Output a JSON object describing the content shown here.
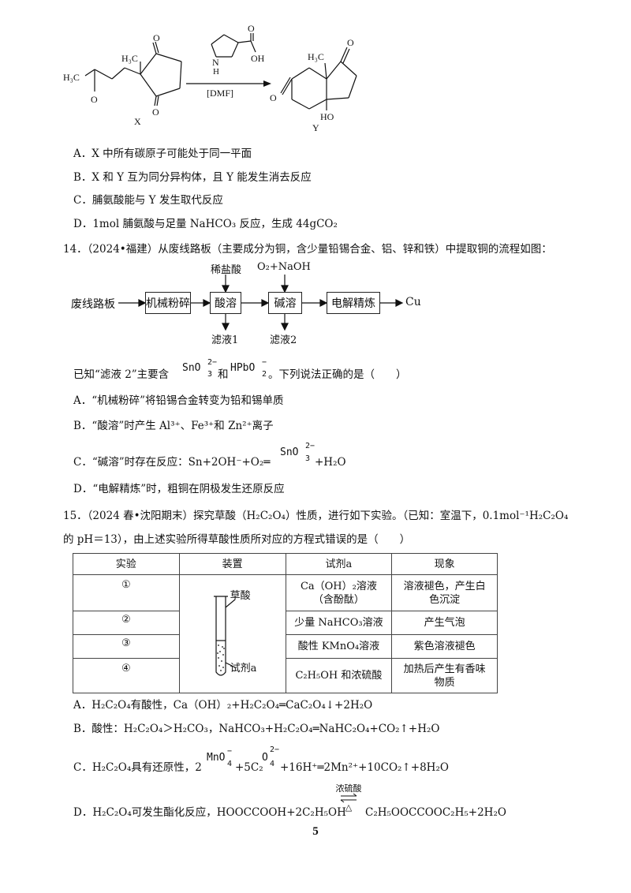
{
  "reaction": {
    "x_label": "X",
    "y_label": "Y",
    "condition": "[DMF]",
    "struct": {
      "h3c": "H₃C",
      "o": "O",
      "n": "N",
      "h": "H",
      "oh": "OH",
      "ho": "HO"
    }
  },
  "q13": {
    "options": [
      "A．X 中所有碳原子可能处于同一平面",
      "B．X 和 Y 互为同分异构体，且 Y 能发生消去反应",
      "C．脯氨酸能与 Y 发生取代反应",
      "D．1mol 脯氨酸与足量 NaHCO₃ 反应，生成 44gCO₂"
    ]
  },
  "q14": {
    "stem": "14．（2024•福建）从废线路板（主要成分为铜，含少量铅锡合金、铝、锌和铁）中提取铜的流程如图：",
    "flow": {
      "start": "废线路板",
      "steps": [
        "机械粉碎",
        "酸溶",
        "碱溶",
        "电解精炼"
      ],
      "end": "Cu",
      "reagent_acid": "稀盐酸",
      "reagent_base": "O₂+NaOH",
      "filtrate1": "滤液1",
      "filtrate2": "滤液2"
    },
    "known_pre": "已知“滤液 2”主要含",
    "known_and": "和",
    "known_post": "。下列说法正确的是（　　）",
    "ion1": {
      "base": "SnO",
      "sub": "3",
      "sup": "2−"
    },
    "ion2": {
      "base": "HPbO",
      "sub": "2",
      "sup": "−"
    },
    "option_a": "A．“机械粉碎”将铅锡合金转变为铅和锡单质",
    "option_b": "B．“酸溶”时产生 Al³⁺、Fe³⁺和 Zn²⁺离子",
    "option_c_pre": "C．“碱溶”时存在反应：Sn+2OH⁻+O₂═",
    "option_c_post": "+H₂O",
    "option_d": "D．“电解精炼”时，粗铜在阴极发生还原反应"
  },
  "q15": {
    "stem1": "15．（2024 春•沈阳期末）探究草酸（H₂C₂O₄）性质，进行如下实验。（已知：室温下，0.1mol⁻¹H₂C₂O₄",
    "stem2": "的 pH＝13），由上述实验所得草酸性质所对应的方程式错误的是（　　）",
    "table": {
      "headers": [
        "实验",
        "装置",
        "试剂a",
        "现象"
      ],
      "rows": [
        {
          "no": "①",
          "reagent": "Ca（OH）₂溶液（含酚酞）",
          "phenomenon": "溶液褪色，产生白色沉淀"
        },
        {
          "no": "②",
          "reagent": "少量 NaHCO₃溶液",
          "phenomenon": "产生气泡"
        },
        {
          "no": "③",
          "reagent": "酸性 KMnO₄溶液",
          "phenomenon": "紫色溶液褪色"
        },
        {
          "no": "④",
          "reagent": "C₂H₅OH 和浓硫酸",
          "phenomenon": "加热后产生有香味物质"
        }
      ],
      "apparatus_top": "草酸",
      "apparatus_bottom": "试剂a"
    },
    "option_a": "A．H₂C₂O₄有酸性，Ca（OH）₂+H₂C₂O₄═CaC₂O₄↓+2H₂O",
    "option_b": "B．酸性：H₂C₂O₄＞H₂CO₃，NaHCO₃+H₂C₂O₄═NaHC₂O₄+CO₂↑+H₂O",
    "option_c_pre": "C．H₂C₂O₄具有还原性，2",
    "option_c_mid": "+5C₂",
    "option_c_post": "+16H⁺═2Mn²⁺+10CO₂↑+8H₂O",
    "ion_mno4": {
      "base": "MnO",
      "sub": "4",
      "sup": "−"
    },
    "ion_o4": {
      "base": "O",
      "sub": "4",
      "sup": "2−"
    },
    "option_d_pre": "D．H₂C₂O₄可发生酯化反应，HOOCCOOH+2C₂H₅OH",
    "option_d_catalyst": "浓硫酸",
    "option_d_heat": "△",
    "option_d_post": "C₂H₅OOCCOOC₂H₅+2H₂O"
  },
  "page_number": "5"
}
